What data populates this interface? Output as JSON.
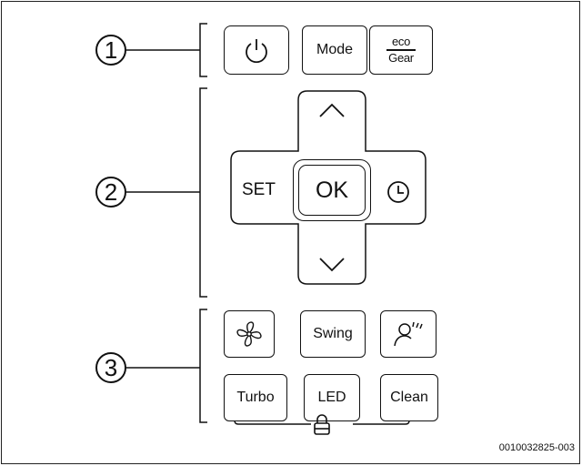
{
  "callouts": [
    "1",
    "2",
    "3"
  ],
  "group1": {
    "power_icon": "power-icon",
    "mode_label": "Mode",
    "eco_top": "eco",
    "eco_bottom": "Gear"
  },
  "group2": {
    "up_icon": "chevron-up-icon",
    "set_label": "SET",
    "ok_label": "OK",
    "timer_icon": "clock-icon",
    "down_icon": "chevron-down-icon"
  },
  "group3": {
    "fan_icon": "fan-icon",
    "swing_label": "Swing",
    "sleep_icon": "person-sleep-icon",
    "turbo_label": "Turbo",
    "led_label": "LED",
    "clean_label": "Clean",
    "lock_icon": "lock-icon"
  },
  "figure_code": "0010032825-003"
}
